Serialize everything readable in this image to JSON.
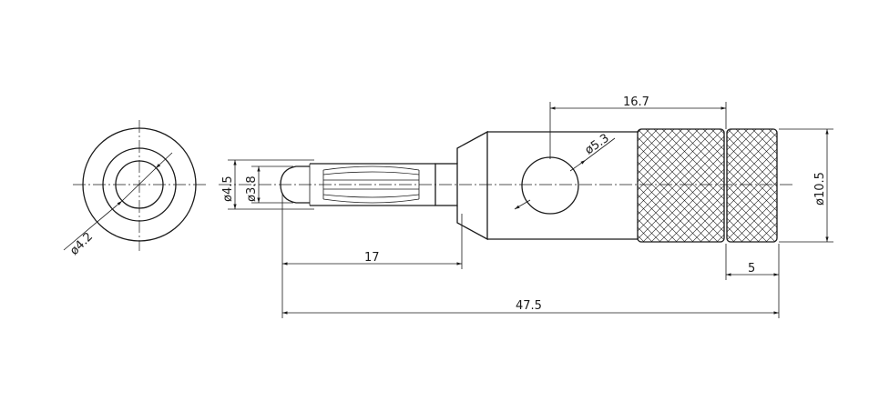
{
  "dimensions": {
    "length_tip": "17",
    "length_total": "47.5",
    "length_body": "16.7",
    "knurl_width": "5",
    "dia_pin_outer": "ø4.5",
    "dia_pin_inner": "ø3.8",
    "dia_hole": "ø5.3",
    "dia_body": "ø10.5",
    "dia_end_view": "ø4.2"
  }
}
